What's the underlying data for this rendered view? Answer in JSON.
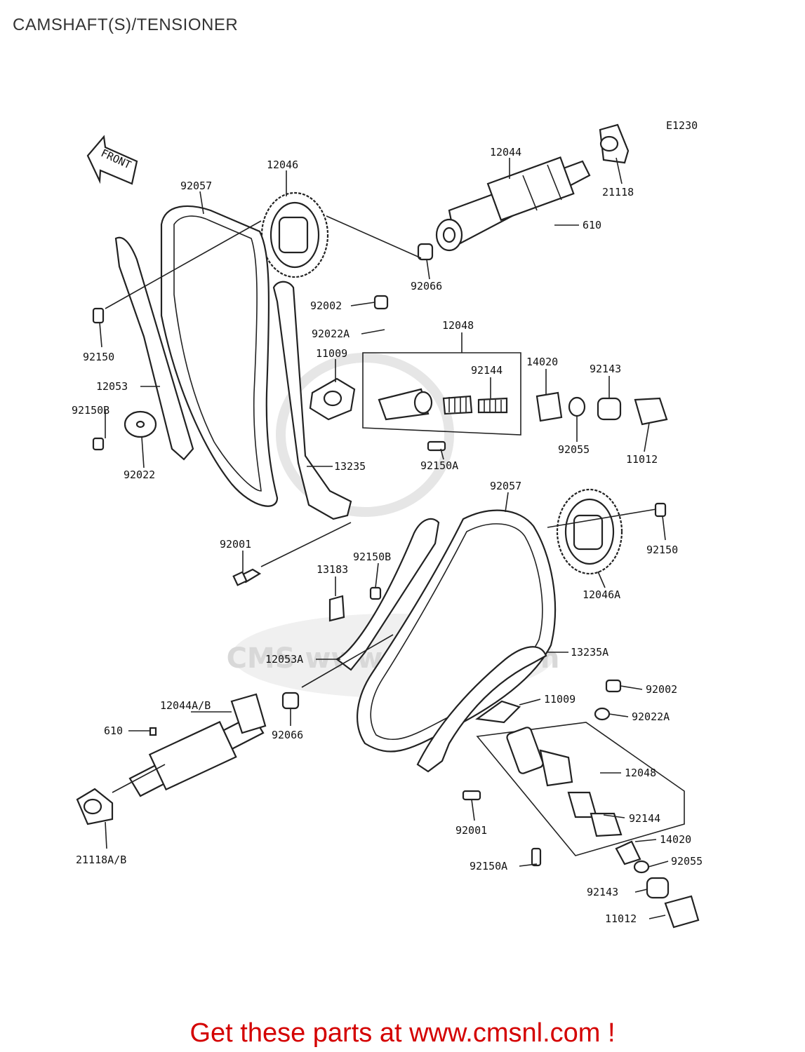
{
  "page": {
    "title": "CAMSHAFT(S)/TENSIONER"
  },
  "diagram": {
    "code": "E1230",
    "front_arrow": "FRONT",
    "watermark": "CMS www.cmsnl.com",
    "callouts": [
      "12046",
      "92057",
      "12044",
      "21118",
      "610",
      "92066",
      "92002",
      "92022A",
      "12048",
      "11009",
      "92144",
      "14020",
      "92143",
      "92150",
      "12053",
      "92150B",
      "92022",
      "92055",
      "11012",
      "13235",
      "92150A",
      "92057",
      "92001",
      "92150B",
      "13183",
      "12046A",
      "92150",
      "12053A",
      "13235A",
      "92002",
      "12044A/B",
      "11009",
      "92022A",
      "610",
      "92066",
      "12048",
      "92144",
      "14020",
      "92001",
      "21118A/B",
      "92150A",
      "92055",
      "92143",
      "11012"
    ]
  },
  "footer": {
    "link_text": "Get these parts at www.cmsnl.com !",
    "color": "#d40000"
  }
}
